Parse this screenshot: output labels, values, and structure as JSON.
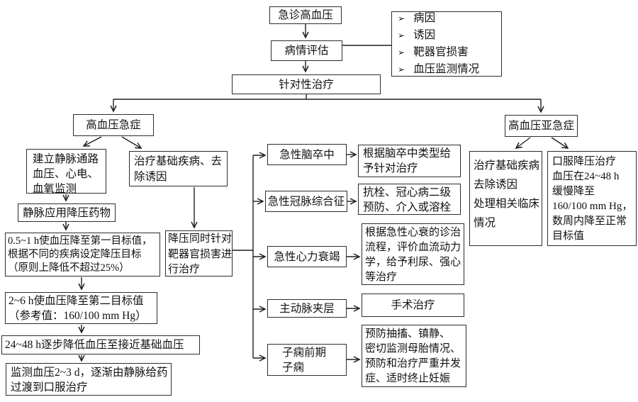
{
  "colors": {
    "line": "#1f1f1f",
    "border": "#2d2d2d",
    "background": "#ffffff",
    "text": "#111111"
  },
  "nodes": {
    "emergency": {
      "label": "急诊高血压"
    },
    "assessment": {
      "label": "病情评估"
    },
    "checklist": {
      "bullet": "➢",
      "items": [
        "病因",
        "诱因",
        "靶器官损害",
        "血压监测情况"
      ]
    },
    "targeted": {
      "label": "针对性治疗"
    },
    "emergency_branch": {
      "label": "高血压急症"
    },
    "urgency_branch": {
      "label": "高血压亚急症"
    },
    "venous_access": {
      "label": "建立静脉通路\n血压、心电、\n血氧监测"
    },
    "treat_underlying": {
      "label": "治疗基础疾病、去\n除诱因"
    },
    "iv_drugs": {
      "label": "静脉应用降压药物"
    },
    "first_target": {
      "label": "0.5~1 h使血压降至第一目标值，\n根据不同的疾病设定降压目标\n（原则上降低不超过25%）"
    },
    "second_target": {
      "label": "2~6 h使血压降至第二目标值\n（参考值：160/100 mm Hg）"
    },
    "stepwise": {
      "label": "24~48 h逐步降低血压至接近基础血压"
    },
    "monitor": {
      "label": "监测血压2~3 d，逐渐由静脉给药\n过渡到口服治疗"
    },
    "organ_damage": {
      "label": "降压同时针对\n靶器官损害进\n行治疗"
    },
    "stroke": {
      "label": "急性脑卒中"
    },
    "stroke_tx": {
      "label": "根据脑卒中类型给\n予针对治疗"
    },
    "acs": {
      "label": "急性冠脉综合征"
    },
    "acs_tx": {
      "label": "抗栓、冠心病二级\n预防、介入或溶栓"
    },
    "heart_failure": {
      "label": "急性心力衰竭"
    },
    "heart_failure_tx": {
      "label": "根据急性心衰的诊治\n流程，评价血流动力\n学，给予利尿、强心\n等治疗"
    },
    "dissection": {
      "label": "主动脉夹层"
    },
    "dissection_tx": {
      "label": "手术治疗"
    },
    "eclampsia": {
      "label": "子痫前期\n子痫"
    },
    "eclampsia_tx": {
      "label": "预防抽搐、镇静、\n密切监测母胎情况、\n预防和治疗严重并发\n症、适时终止妊娠"
    },
    "urgency_treat": {
      "label": "治疗基础疾病\n去除诱因\n处理相关临床\n情况"
    },
    "urgency_oral": {
      "label": "口服降压治疗\n血压在24~48 h\n缓慢降至\n160/100 mm Hg，\n数周内降至正常\n目标值"
    }
  }
}
